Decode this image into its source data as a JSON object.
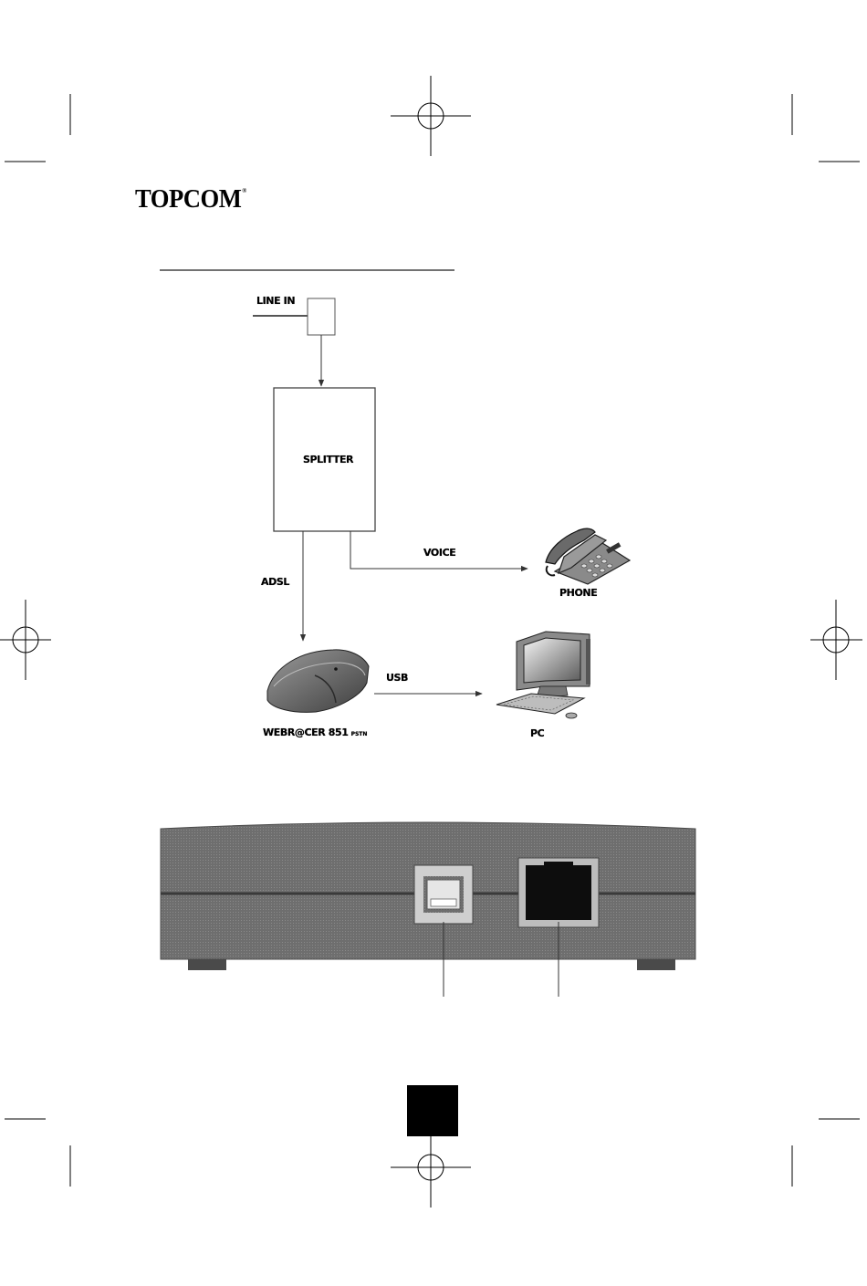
{
  "brand": {
    "logo_text": "TOPCOM",
    "registered_mark": "®"
  },
  "diagram": {
    "line_in_label": "LINE IN",
    "splitter_label": "SPLITTER",
    "voice_label": "VOICE",
    "adsl_label": "ADSL",
    "phone_label": "PHONE",
    "usb_label": "USB",
    "device_label": "WEBR@CER 851",
    "device_suffix": "PSTN",
    "pc_label": "PC"
  },
  "colors": {
    "device_panel": "#6e6e6e",
    "device_dark": "#4a4a4a",
    "port_frame": "#cfcfcf",
    "line": "#555555",
    "ink": "#000000"
  }
}
